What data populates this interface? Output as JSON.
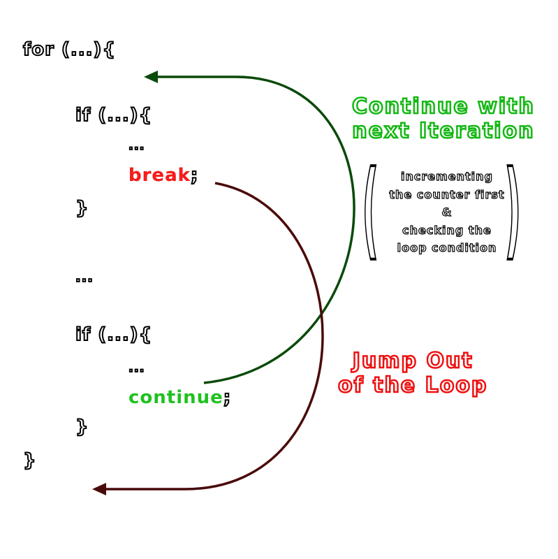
{
  "code": {
    "for_line": "for (...){",
    "if1": "if (...){",
    "ellipsis1": "...",
    "break_kw": "break",
    "break_semi": ";",
    "close_if1": "}",
    "middle_ellipsis": "...",
    "if2": "if (...){",
    "ellipsis2": "...",
    "continue_kw": "continue",
    "continue_semi": ";",
    "close_if2": "}",
    "close_for": "}"
  },
  "continue_label": {
    "line1": "Continue with",
    "line2": "next Iteration"
  },
  "continue_note": {
    "line1": "incrementing",
    "line2": "the counter first",
    "line3": "&",
    "line4": "checking the",
    "line5": "loop condition"
  },
  "break_label": {
    "line1": "Jump Out",
    "line2": "of the Loop"
  },
  "colors": {
    "continue_arrow": "#0a4a0a",
    "break_arrow": "#4a0a0a",
    "keyword_red": "#ff1a1a",
    "keyword_green": "#1fc21f"
  }
}
